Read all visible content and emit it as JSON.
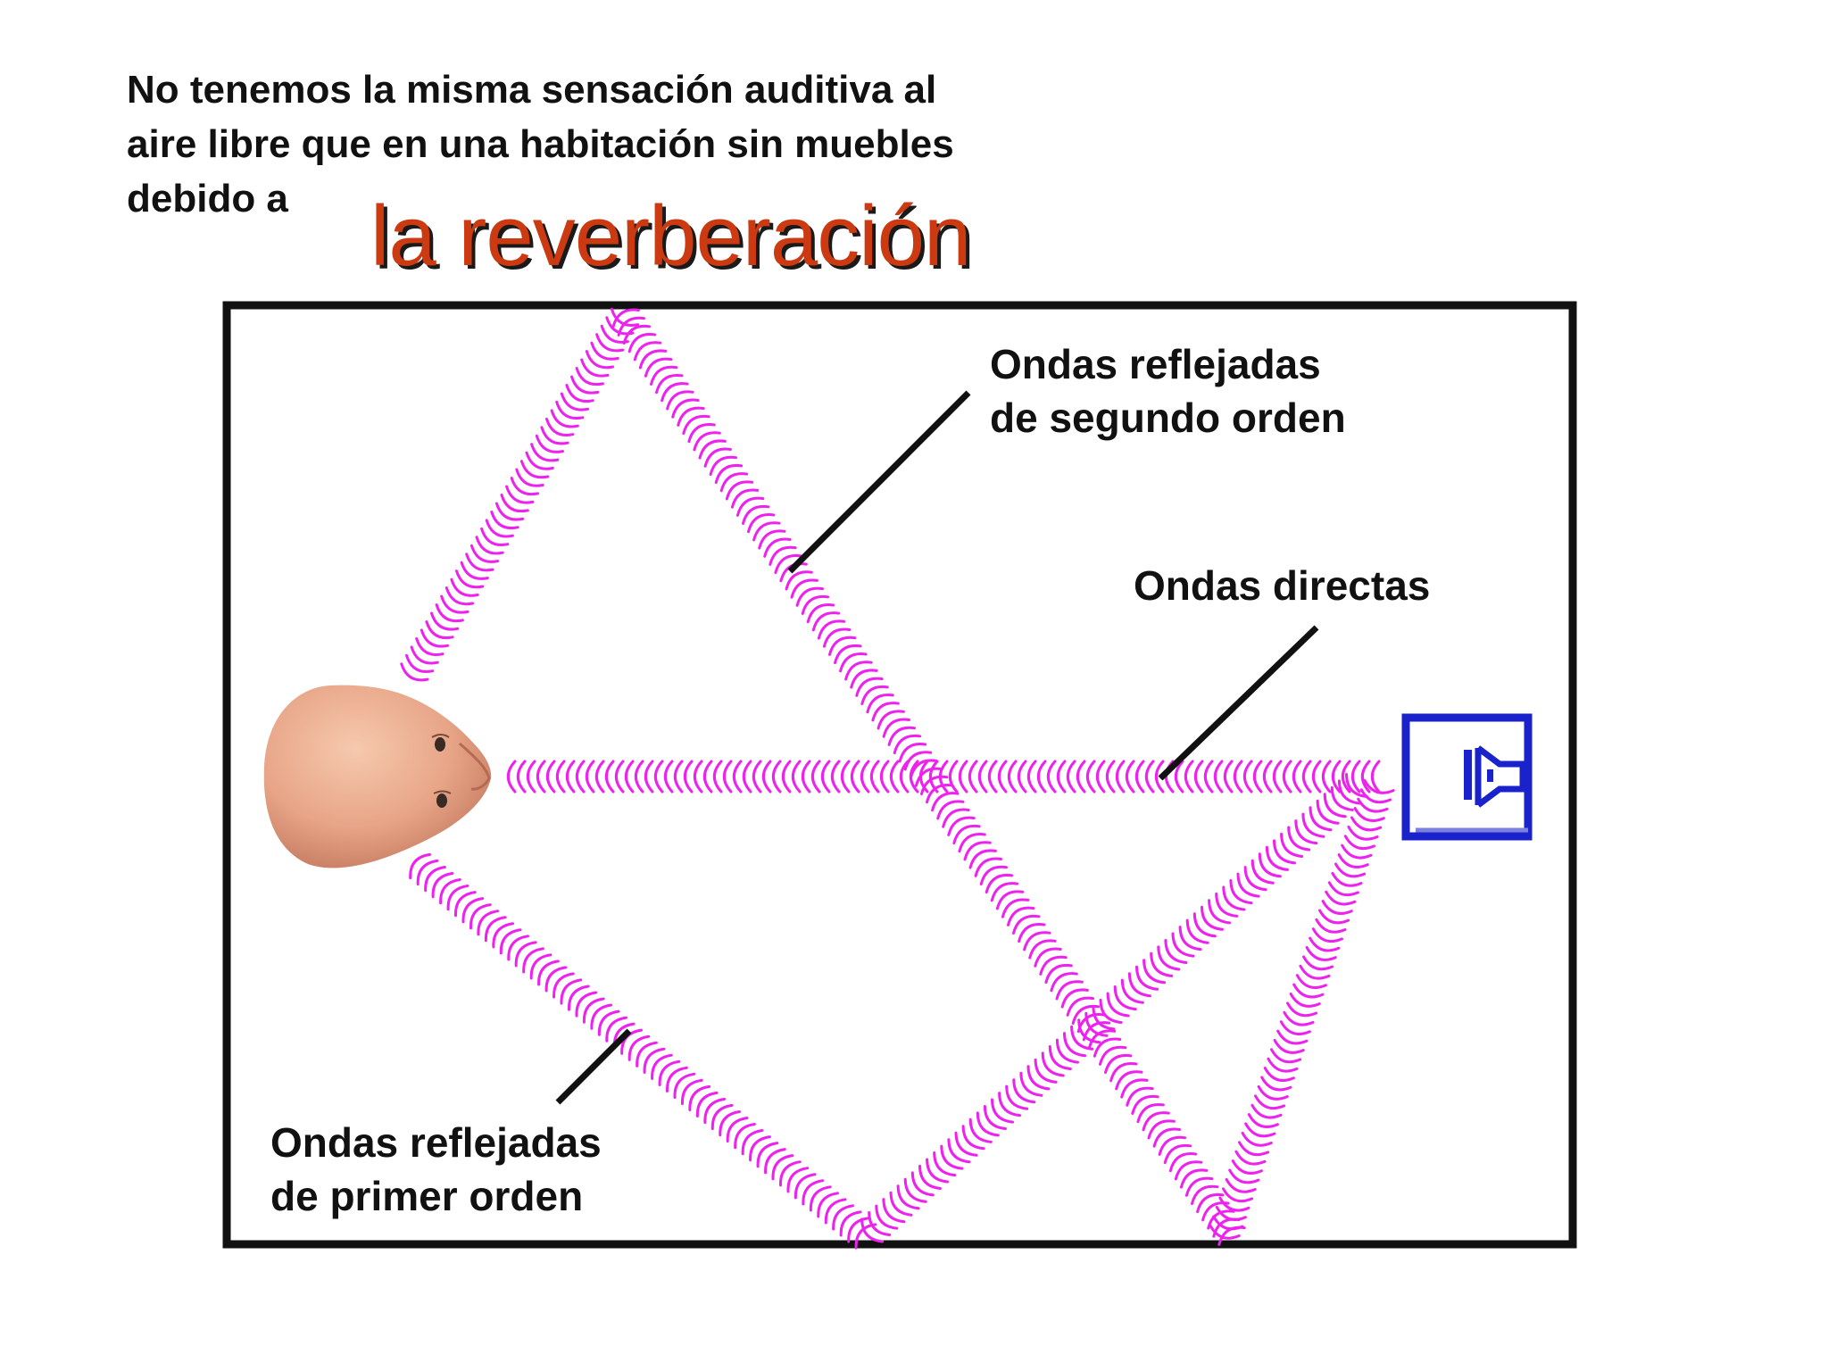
{
  "intro": {
    "line1": "No tenemos la misma sensación auditiva al",
    "line2": "aire libre que en una habitación sin muebles",
    "line3": "debido a"
  },
  "title": "la reverberación",
  "labels": {
    "second_order": [
      "Ondas reflejadas",
      "de segundo orden"
    ],
    "direct": "Ondas directas",
    "first_order": [
      "Ondas reflejadas",
      "de primer orden"
    ]
  },
  "icons": {
    "listener": "head-icon",
    "source": "speaker-icon"
  },
  "colors": {
    "wave": "#ee22ee",
    "title": "#cc3a12",
    "speaker": "#1a22cc",
    "frame": "#111111"
  }
}
